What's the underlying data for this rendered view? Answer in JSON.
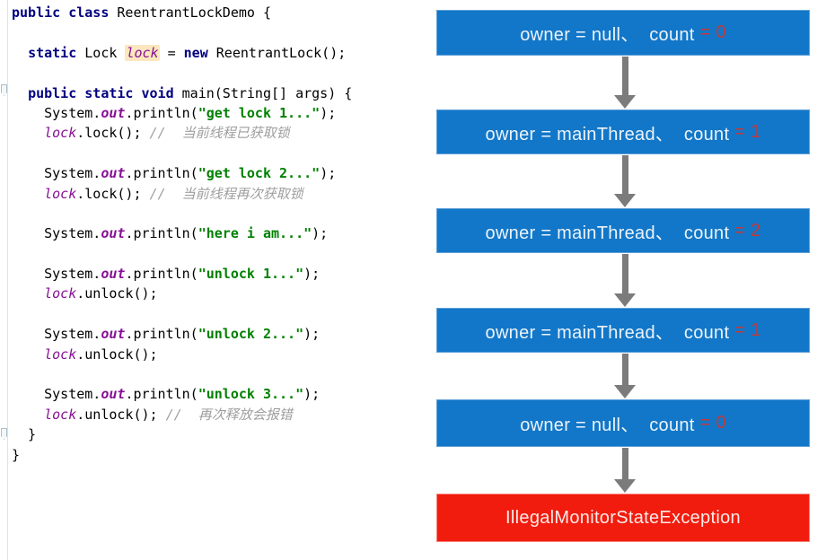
{
  "editor": {
    "language": "java",
    "icons": {
      "fold_marker": "bookmark-notch"
    },
    "colors": {
      "keyword": "#000080",
      "string": "#008000",
      "comment": "#9E9E9E",
      "field": "#871094",
      "highlight_background": "#FBE7BE"
    },
    "code_lines": [
      {
        "tokens": [
          [
            "kw",
            "public"
          ],
          [
            "pl",
            " "
          ],
          [
            "kw",
            "class"
          ],
          [
            "pl",
            " ReentrantLockDemo {"
          ]
        ]
      },
      {
        "tokens": []
      },
      {
        "tokens": [
          [
            "pl",
            "  "
          ],
          [
            "kw",
            "static"
          ],
          [
            "pl",
            " Lock "
          ],
          [
            "hl",
            "lock"
          ],
          [
            "pl",
            " = "
          ],
          [
            "kw",
            "new"
          ],
          [
            "pl",
            " ReentrantLock();"
          ]
        ]
      },
      {
        "tokens": []
      },
      {
        "tokens": [
          [
            "pl",
            "  "
          ],
          [
            "kw",
            "public"
          ],
          [
            "pl",
            " "
          ],
          [
            "kw",
            "static"
          ],
          [
            "pl",
            " "
          ],
          [
            "kw",
            "void"
          ],
          [
            "pl",
            " main(String[] args) {"
          ]
        ]
      },
      {
        "tokens": [
          [
            "pl",
            "    System."
          ],
          [
            "out",
            "out"
          ],
          [
            "pl",
            ".println("
          ],
          [
            "str",
            "\"get lock 1...\""
          ],
          [
            "pl",
            ");"
          ]
        ]
      },
      {
        "tokens": [
          [
            "pl",
            "    "
          ],
          [
            "fld",
            "lock"
          ],
          [
            "pl",
            ".lock(); "
          ],
          [
            "cmt",
            "//  当前线程已获取锁"
          ]
        ]
      },
      {
        "tokens": []
      },
      {
        "tokens": [
          [
            "pl",
            "    System."
          ],
          [
            "out",
            "out"
          ],
          [
            "pl",
            ".println("
          ],
          [
            "str",
            "\"get lock 2...\""
          ],
          [
            "pl",
            ");"
          ]
        ]
      },
      {
        "tokens": [
          [
            "pl",
            "    "
          ],
          [
            "fld",
            "lock"
          ],
          [
            "pl",
            ".lock(); "
          ],
          [
            "cmt",
            "//  当前线程再次获取锁"
          ]
        ]
      },
      {
        "tokens": []
      },
      {
        "tokens": [
          [
            "pl",
            "    System."
          ],
          [
            "out",
            "out"
          ],
          [
            "pl",
            ".println("
          ],
          [
            "str",
            "\"here i am...\""
          ],
          [
            "pl",
            ");"
          ]
        ]
      },
      {
        "tokens": []
      },
      {
        "tokens": [
          [
            "pl",
            "    System."
          ],
          [
            "out",
            "out"
          ],
          [
            "pl",
            ".println("
          ],
          [
            "str",
            "\"unlock 1...\""
          ],
          [
            "pl",
            ");"
          ]
        ]
      },
      {
        "tokens": [
          [
            "pl",
            "    "
          ],
          [
            "fld",
            "lock"
          ],
          [
            "pl",
            ".unlock();"
          ]
        ]
      },
      {
        "tokens": []
      },
      {
        "tokens": [
          [
            "pl",
            "    System."
          ],
          [
            "out",
            "out"
          ],
          [
            "pl",
            ".println("
          ],
          [
            "str",
            "\"unlock 2...\""
          ],
          [
            "pl",
            ");"
          ]
        ]
      },
      {
        "tokens": [
          [
            "pl",
            "    "
          ],
          [
            "fld",
            "lock"
          ],
          [
            "pl",
            ".unlock();"
          ]
        ]
      },
      {
        "tokens": []
      },
      {
        "tokens": [
          [
            "pl",
            "    System."
          ],
          [
            "out",
            "out"
          ],
          [
            "pl",
            ".println("
          ],
          [
            "str",
            "\"unlock 3...\""
          ],
          [
            "pl",
            ");"
          ]
        ]
      },
      {
        "tokens": [
          [
            "pl",
            "    "
          ],
          [
            "fld",
            "lock"
          ],
          [
            "pl",
            ".unlock(); "
          ],
          [
            "cmt",
            "//  再次释放会报错"
          ]
        ]
      },
      {
        "tokens": [
          [
            "pl",
            "  }"
          ]
        ]
      },
      {
        "tokens": [
          [
            "pl",
            "}"
          ]
        ]
      }
    ]
  },
  "flowchart": {
    "colors": {
      "node_blue": "#1277C8",
      "node_red": "#F11C0E",
      "count_value_red": "#C23A3A",
      "arrow_gray": "#7B7B7B"
    },
    "icons": {
      "connector": "down-arrow-icon"
    },
    "nodes": [
      {
        "type": "state",
        "label_white": "owner = null、  count ",
        "label_red": "= 0"
      },
      {
        "type": "state",
        "label_white": "owner = mainThread、  count ",
        "label_red": "= 1"
      },
      {
        "type": "state",
        "label_white": "owner = mainThread、  count ",
        "label_red": "= 2"
      },
      {
        "type": "state",
        "label_white": "owner = mainThread、  count ",
        "label_red": "= 1"
      },
      {
        "type": "state",
        "label_white": "owner = null、  count ",
        "label_red": "= 0"
      },
      {
        "type": "exception",
        "label": "IllegalMonitorStateException"
      }
    ]
  }
}
